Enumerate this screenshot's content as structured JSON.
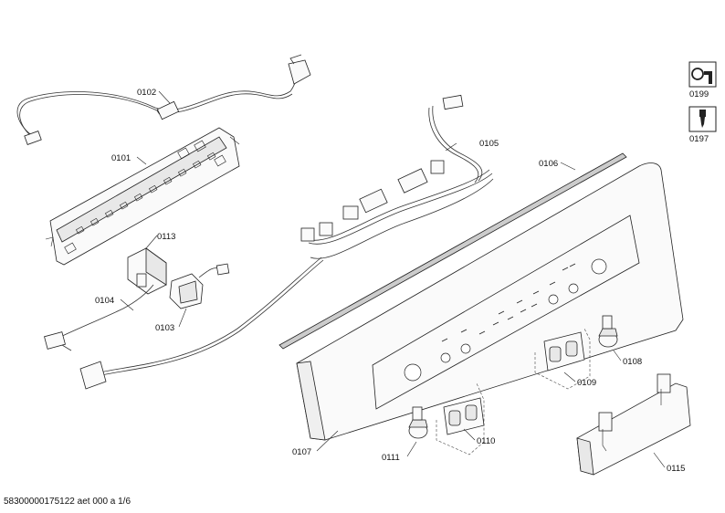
{
  "callouts": {
    "p0101": "0101",
    "p0102": "0102",
    "p0103": "0103",
    "p0104": "0104",
    "p0105": "0105",
    "p0106": "0106",
    "p0107": "0107",
    "p0108": "0108",
    "p0109": "0109",
    "p0110": "0110",
    "p0111": "0111",
    "p0113": "0113",
    "p0115": "0115",
    "p0197": "0197",
    "p0199": "0199"
  },
  "footer": {
    "document_id": "58300000175122 aet 000 a 1/6"
  },
  "icons": [
    "wrench-tool-icon",
    "screwdriver-tool-icon"
  ]
}
